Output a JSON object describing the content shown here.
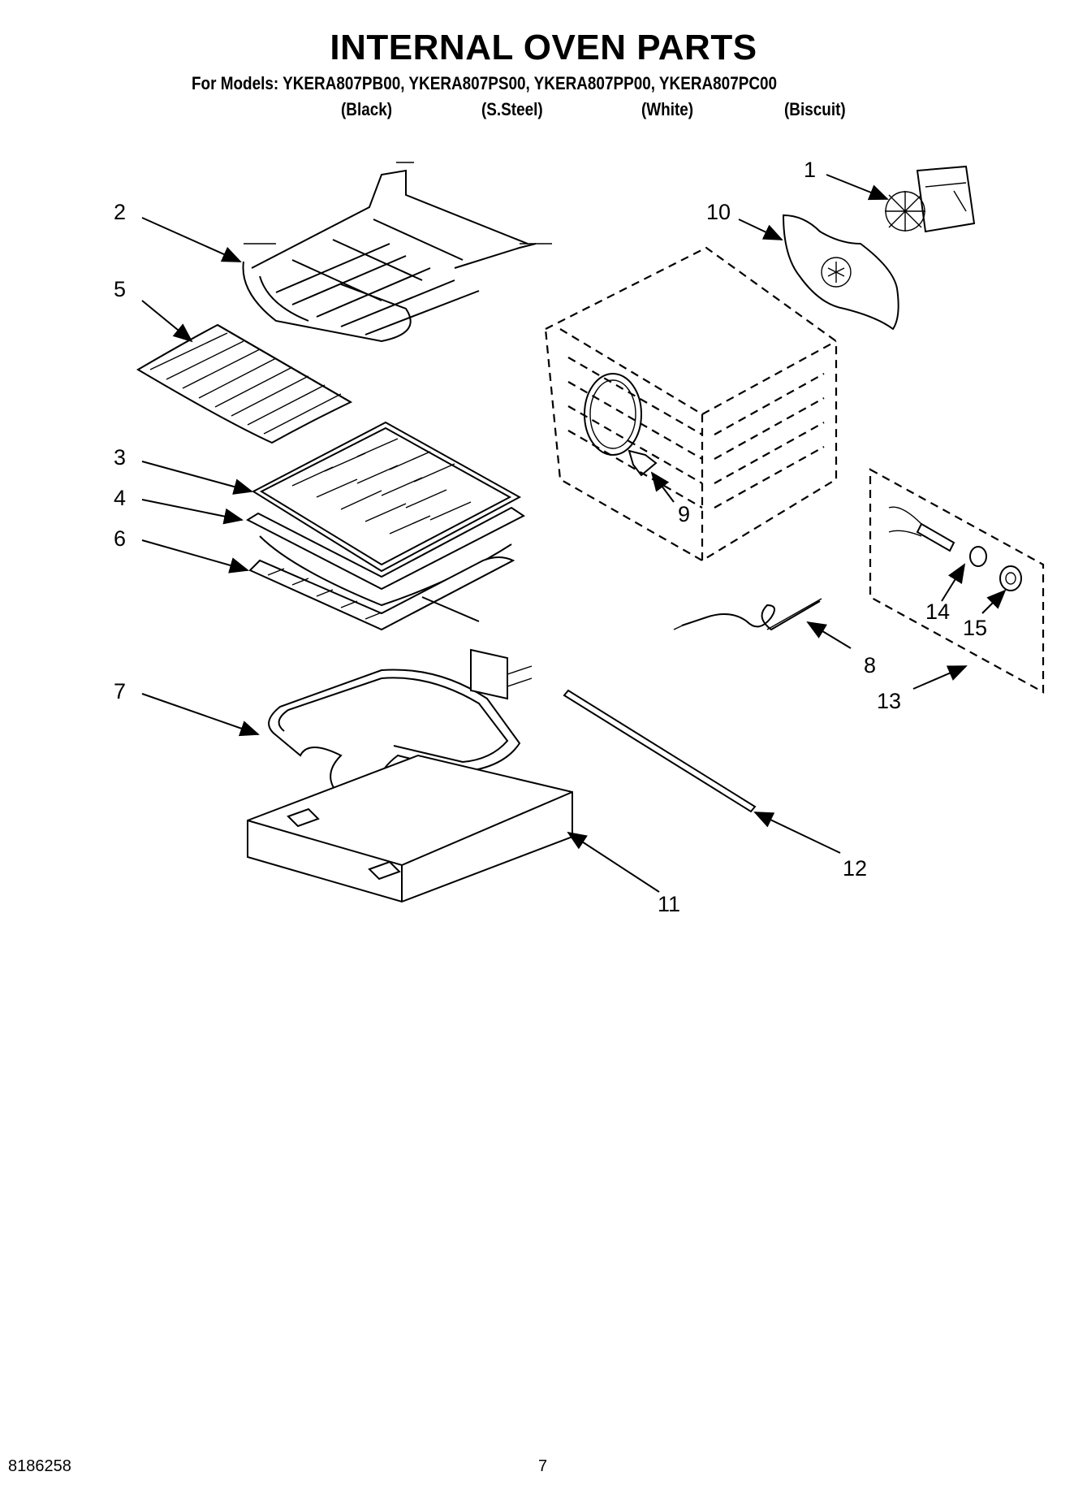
{
  "header": {
    "title": "INTERNAL OVEN PARTS",
    "models_line": "For Models: YKERA807PB00, YKERA807PS00, YKERA807PP00, YKERA807PC00",
    "finishes": [
      "(Black)",
      "(S.Steel)",
      "(White)",
      "(Biscuit)"
    ]
  },
  "callouts": [
    "1",
    "2",
    "3",
    "4",
    "5",
    "6",
    "7",
    "8",
    "9",
    "10",
    "11",
    "12",
    "13",
    "14",
    "15"
  ],
  "footer": {
    "doc_number": "8186258",
    "page_number": "7"
  },
  "icons": [
    "arrow-icon"
  ]
}
